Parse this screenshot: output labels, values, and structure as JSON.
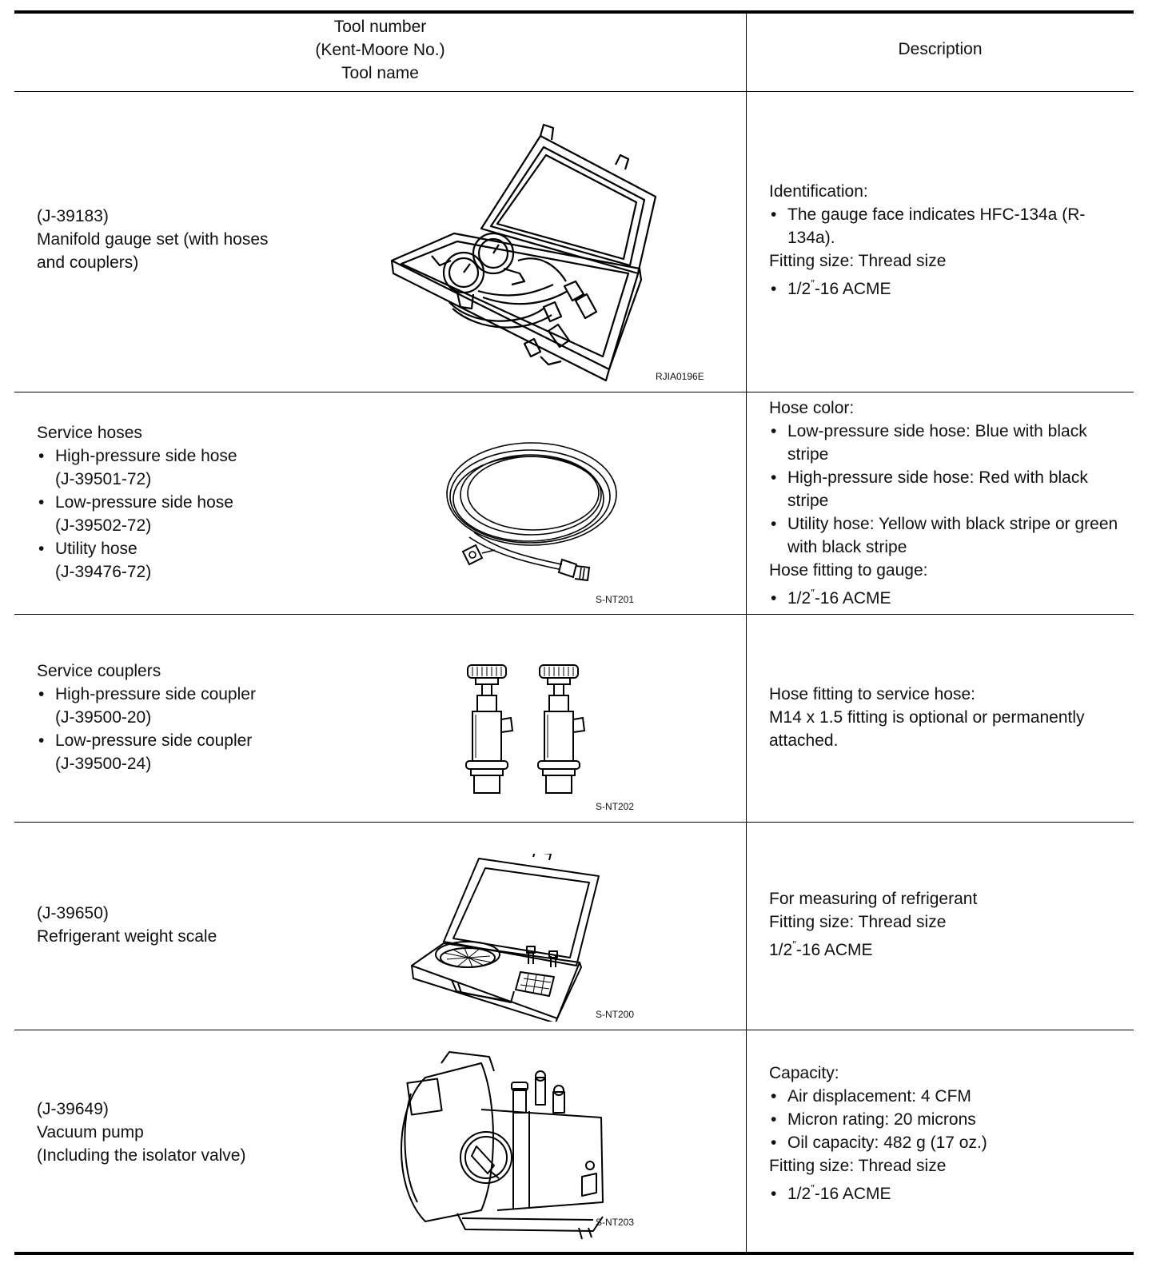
{
  "header": {
    "col1_lines": [
      "Tool number",
      "(Kent-Moore No.)",
      "Tool name"
    ],
    "col2": "Description"
  },
  "rows": [
    {
      "tool_lines": [
        "(J-39183)",
        "Manifold gauge set (with hoses",
        "and couplers)"
      ],
      "figure_icon": "manifold-gauge-case",
      "figure_code": "RJIA0196E",
      "desc": {
        "identification": "Identification:",
        "gauge_face": "The gauge face indicates HFC-134a (R-134a).",
        "fitting_size": "Fitting size: Thread size",
        "acme_a": "1/2",
        "acme_b": "-16 ACME"
      }
    },
    {
      "tool_title": "Service hoses",
      "items": [
        {
          "name": "High-pressure side hose",
          "no": "(J-39501-72)"
        },
        {
          "name": "Low-pressure side hose",
          "no": "(J-39502-72)"
        },
        {
          "name": "Utility hose",
          "no": "(J-39476-72)"
        }
      ],
      "figure_icon": "coiled-hose",
      "figure_code": "S-NT201",
      "desc": {
        "hose_color": "Hose color:",
        "colors": [
          "Low-pressure side hose: Blue with black stripe",
          "High-pressure side hose: Red with black stripe",
          "Utility hose: Yellow with black stripe or green with black stripe"
        ],
        "hose_fitting": "Hose fitting to gauge:",
        "acme_a": "1/2",
        "acme_b": "-16 ACME"
      }
    },
    {
      "tool_title": "Service couplers",
      "items": [
        {
          "name": "High-pressure side coupler",
          "no": "(J-39500-20)"
        },
        {
          "name": "Low-pressure side coupler",
          "no": "(J-39500-24)"
        }
      ],
      "figure_icon": "service-couplers",
      "figure_code": "S-NT202",
      "desc": {
        "line1": "Hose fitting to service hose:",
        "line2": "M14 x 1.5 fitting is optional or permanently attached."
      }
    },
    {
      "tool_lines": [
        "(J-39650)",
        "Refrigerant weight scale"
      ],
      "figure_icon": "weight-scale-case",
      "figure_code": "S-NT200",
      "desc": {
        "line1": "For measuring of refrigerant",
        "fitting_size": "Fitting size: Thread size",
        "acme_a": "1/2",
        "acme_b": "-16 ACME"
      }
    },
    {
      "tool_lines": [
        "(J-39649)",
        "Vacuum pump",
        "(Including the isolator valve)"
      ],
      "figure_icon": "vacuum-pump",
      "figure_code": "S-NT203",
      "desc": {
        "capacity": "Capacity:",
        "specs": [
          "Air displacement: 4 CFM",
          "Micron rating: 20 microns",
          "Oil capacity: 482 g (17 oz.)"
        ],
        "fitting_size": "Fitting size: Thread size",
        "acme_a": "1/2",
        "acme_b": "-16 ACME"
      }
    }
  ]
}
